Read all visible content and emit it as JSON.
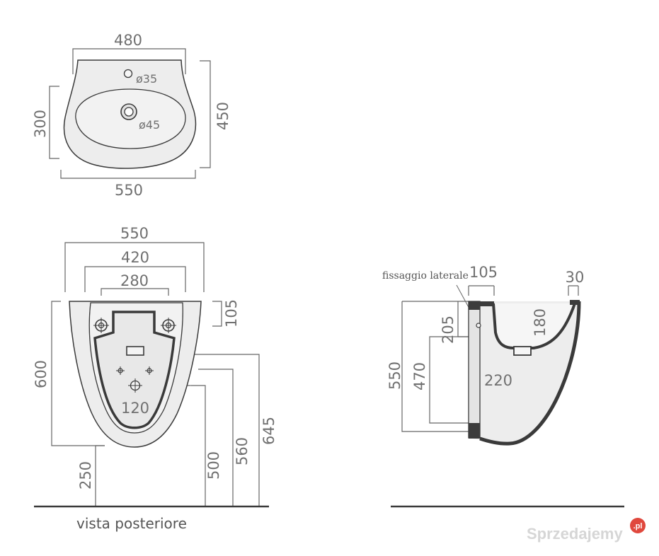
{
  "top_view": {
    "width_top": "480",
    "hole_small": "ø35",
    "hole_large": "ø45",
    "depth": "300",
    "total_depth": "450",
    "width_bottom": "550"
  },
  "rear_view": {
    "total_width": "550",
    "width_mid": "420",
    "width_inner": "280",
    "top_offset": "105",
    "height": "600",
    "hole_spacing": "120",
    "floor_to_bottom": "250",
    "floor_to_drain": "500",
    "floor_to_mid": "560",
    "floor_to_top": "645",
    "caption": "vista posteriore"
  },
  "side_view": {
    "note": "fissaggio laterale",
    "wall_offset": "105",
    "rim": "30",
    "fix_height": "205",
    "bowl_depth": "180",
    "height": "550",
    "lower_fix": "470",
    "drain_offset": "220"
  },
  "watermark": {
    "brand": "Sprzedajemy",
    "badge": ".pl"
  }
}
